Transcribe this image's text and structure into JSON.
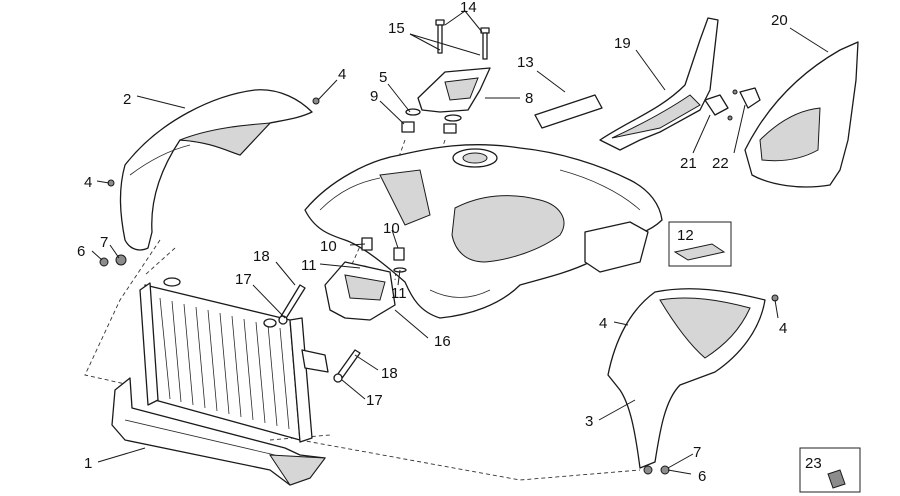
{
  "callouts": {
    "c1": "1",
    "c2": "2",
    "c3": "3",
    "c4a": "4",
    "c4b": "4",
    "c4c": "4",
    "c4d": "4",
    "c5": "5",
    "c6a": "6",
    "c6b": "6",
    "c7a": "7",
    "c7b": "7",
    "c8": "8",
    "c9": "9",
    "c10a": "10",
    "c10b": "10",
    "c11a": "11",
    "c11b": "11",
    "c12": "12",
    "c13": "13",
    "c14": "14",
    "c15": "15",
    "c16": "16",
    "c17a": "17",
    "c17b": "17",
    "c18a": "18",
    "c18b": "18",
    "c19": "19",
    "c20": "20",
    "c21": "21",
    "c22": "22",
    "c23": "23"
  }
}
